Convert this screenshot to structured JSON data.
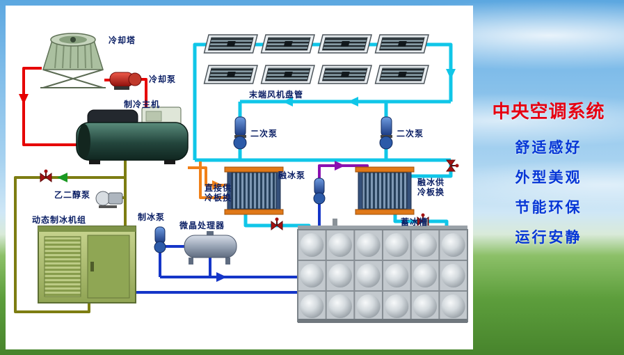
{
  "diagram": {
    "labels": {
      "cooling_tower": "冷却塔",
      "cooling_pump": "冷却泵",
      "chiller": "制冷主机",
      "fan_coils": "末端风机盘管",
      "secondary_pump_1": "二次泵",
      "secondary_pump_2": "二次泵",
      "melt_pump": "融冰泵",
      "hx_direct_line1": "直接供",
      "hx_direct_line2": "冷板换",
      "hx_melt_line1": "融冰供",
      "hx_melt_line2": "冷板换",
      "glycol_pump": "乙二醇泵",
      "ice_pump": "制冰泵",
      "ice_maker": "动态制冰机组",
      "processor": "微晶处理器",
      "ice_tank": "蓄冰槽"
    },
    "pipe_colors": {
      "cooling_water": "#e60000",
      "chilled_water": "#10c6e8",
      "ice_water": "#1536c8",
      "direct_supply": "#f08018",
      "melt_supply": "#8a10b0",
      "glycol": "#7d7d12",
      "flow_arrow_green": "#1a9922"
    }
  },
  "sidebar": {
    "title": "中央空调系统",
    "title_color": "#e60012",
    "features": [
      "舒适感好",
      "外型美观",
      "节能环保",
      "运行安静"
    ],
    "feature_color": "#0636d6"
  }
}
